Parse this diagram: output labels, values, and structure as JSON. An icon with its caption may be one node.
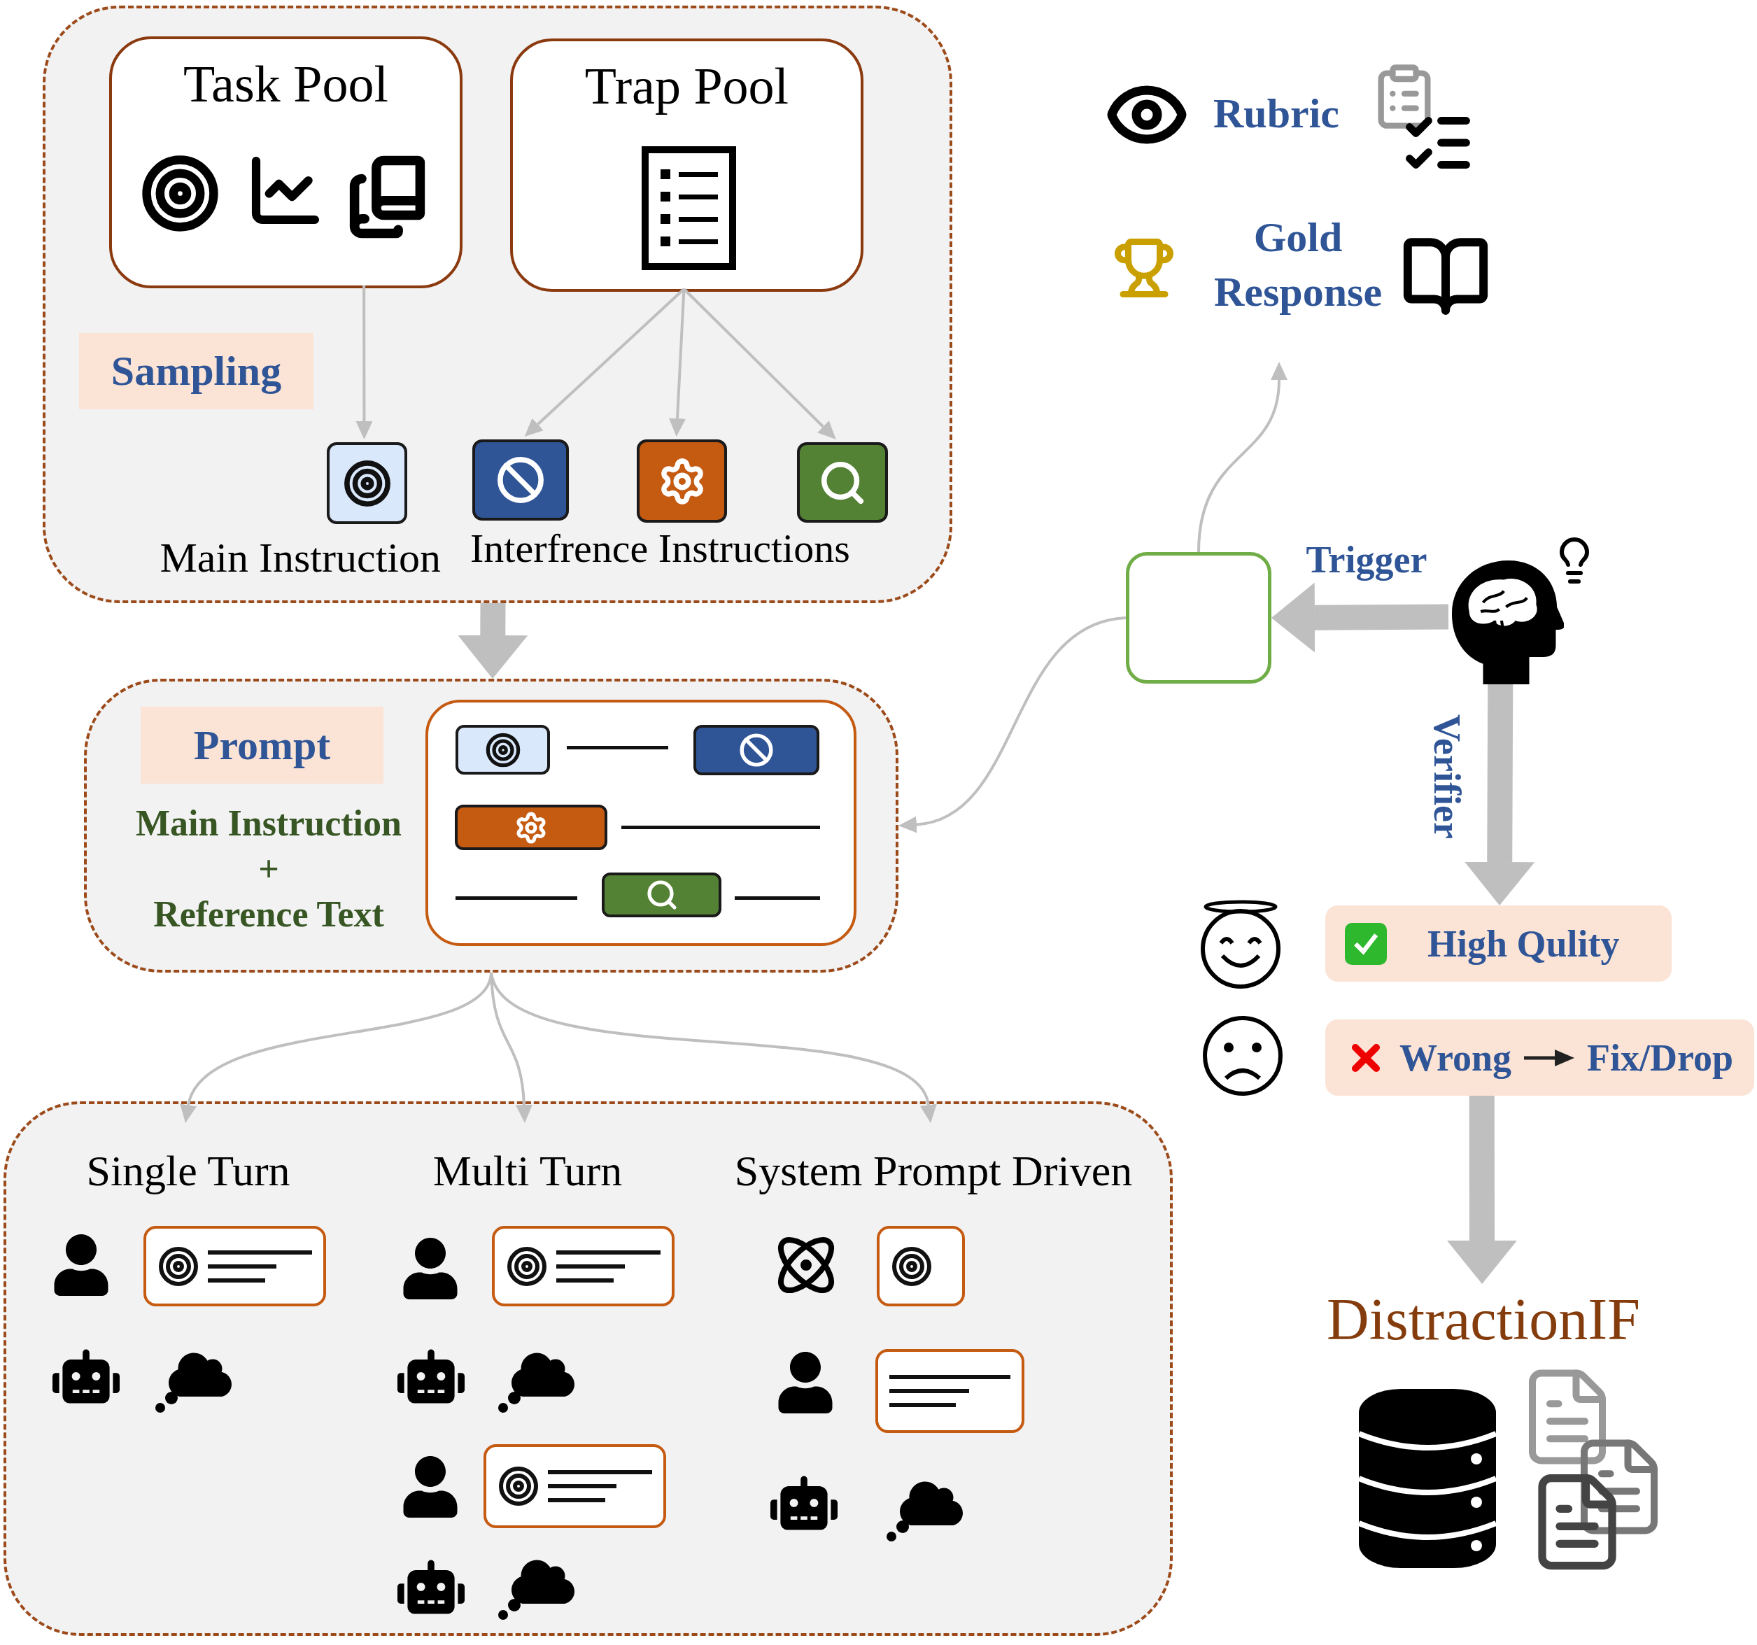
{
  "diagram": {
    "nodes": [
      {
        "text": [],
        "shape": "box"
      },
      {
        "text": [
          "Task Pool"
        ],
        "in": 0
      },
      {
        "text": [
          "Trap Pool"
        ],
        "in": 0
      },
      {
        "text": [
          "Sampling"
        ],
        "in": 0
      },
      {
        "text": [
          "Main Instruction"
        ],
        "in": 0
      },
      {
        "text": [],
        "shape": "box",
        "in": 0
      },
      {
        "text": [],
        "shape": "box",
        "in": 0
      },
      {
        "text": [],
        "shape": "box",
        "in": 0
      },
      {
        "text": [
          "Main Instruction",
          "+",
          "Reference Text"
        ]
      },
      {
        "text": [
          "Prompt"
        ],
        "in": 8
      },
      {
        "text": [],
        "shape": "box",
        "in": 8
      },
      {
        "text": [],
        "shape": "box"
      },
      {
        "text": [
          "Single Turn"
        ],
        "in": 11
      },
      {
        "text": [
          "Multi Turn"
        ],
        "in": 11
      },
      {
        "text": [
          "System Prompt Driven"
        ],
        "in": 11
      },
      {
        "text": [],
        "shape": "box"
      },
      {
        "text": [],
        "shape": "person"
      },
      {
        "text": [
          "High Qulity"
        ]
      },
      {
        "text": [
          "Wrong",
          "Fix/Drop"
        ]
      },
      {
        "text": [
          "DistractionIF"
        ]
      }
    ],
    "edges": [
      {
        "from": 1,
        "to": 4,
        "arrow": "to"
      },
      {
        "from": 2,
        "to": 5,
        "arrow": "to"
      },
      {
        "from": 2,
        "to": 6,
        "arrow": "to"
      },
      {
        "from": 2,
        "to": 7,
        "arrow": "to"
      },
      {
        "from": 0,
        "to": 8,
        "arrow": "to",
        "style": "thick"
      },
      {
        "from": 8,
        "to": 12,
        "arrow": "to"
      },
      {
        "from": 8,
        "to": 13,
        "arrow": "to"
      },
      {
        "from": 8,
        "to": 14,
        "arrow": "to"
      },
      {
        "from": 16,
        "to": 15,
        "arrow": "to",
        "style": "thick",
        "label": "Trigger"
      },
      {
        "from": 15,
        "to": 8,
        "arrow": "to"
      },
      {
        "from": 15,
        "to": null,
        "arrow": "to"
      },
      {
        "from": 16,
        "to": 17,
        "arrow": "to",
        "style": "thick",
        "label": "Verifier"
      },
      {
        "from": 18,
        "to": 19,
        "arrow": "to",
        "style": "thick"
      }
    ],
    "labels": [
      "Interfrence Instructions",
      "Rubric",
      "Gold Response"
    ]
  }
}
